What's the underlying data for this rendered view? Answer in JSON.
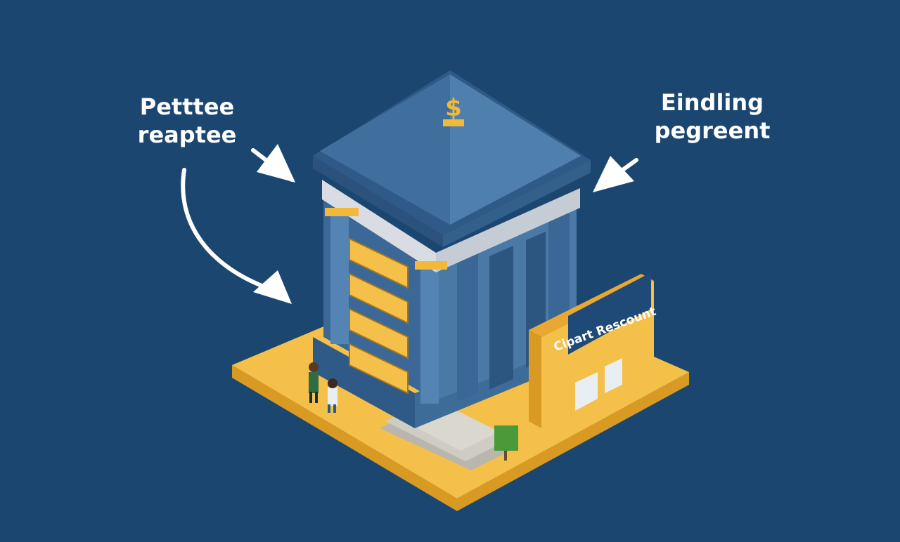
{
  "labels": {
    "left": "Petttee\nreaptee",
    "right": "Eindling\npegreent"
  },
  "kiosk": {
    "sign": "Cipart Rescount"
  },
  "icons": {
    "top_ornament": "dollar-sign-icon"
  },
  "colors": {
    "background": "#1a4670",
    "building": "#4a79a6",
    "building_dark": "#2f5a87",
    "accent": "#f2b83a",
    "platform": "#f4c04a"
  }
}
